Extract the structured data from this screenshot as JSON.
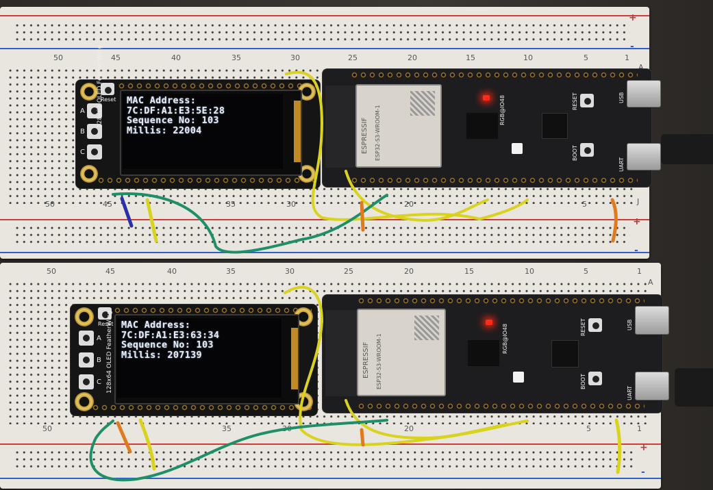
{
  "boards": [
    {
      "oled_lines": [
        "MAC Address:",
        "7C:DF:A1:E3:5E:28",
        "Sequence No: 103",
        "Millis: 22004"
      ],
      "button_labels": [
        "A",
        "B",
        "C"
      ],
      "reset_label": "Reset",
      "feather_silk": "128x64 OLED FeatherWing",
      "module_brand": "ESPRESSIF",
      "module_model": "ESP32-S3-WROOM-1",
      "esp_labels": {
        "reset": "RESET",
        "boot": "BOOT",
        "rgb": "RGB@IO48",
        "usb": "USB",
        "uart": "UART"
      }
    },
    {
      "oled_lines": [
        "MAC Address:",
        "7C:DF:A1:E3:63:34",
        "Sequence No: 103",
        "Millis: 207139"
      ],
      "button_labels": [
        "A",
        "B",
        "C"
      ],
      "reset_label": "Reset",
      "feather_silk": "128x64 OLED FeatherWing",
      "module_brand": "ESPRESSIF",
      "module_model": "ESP32-S3-WROOM-1",
      "esp_labels": {
        "reset": "RESET",
        "boot": "BOOT",
        "rgb": "RGB@IO48",
        "usb": "USB",
        "uart": "UART"
      }
    }
  ],
  "breadboard": {
    "column_numbers": [
      "50",
      "45",
      "40",
      "35",
      "30",
      "25",
      "20",
      "15",
      "10",
      "5",
      "1"
    ],
    "row_letters": [
      "A",
      "J"
    ],
    "rail_signs": [
      "+",
      "-"
    ]
  },
  "colors": {
    "wire_yellow": "#d9d21e",
    "wire_green": "#1f8f6a",
    "wire_blue": "#2b2fa8",
    "wire_orange": "#e07a1f",
    "rail_red": "#d23a3a",
    "rail_blue": "#2f5fcf",
    "oled_text": "#e8eef8"
  }
}
